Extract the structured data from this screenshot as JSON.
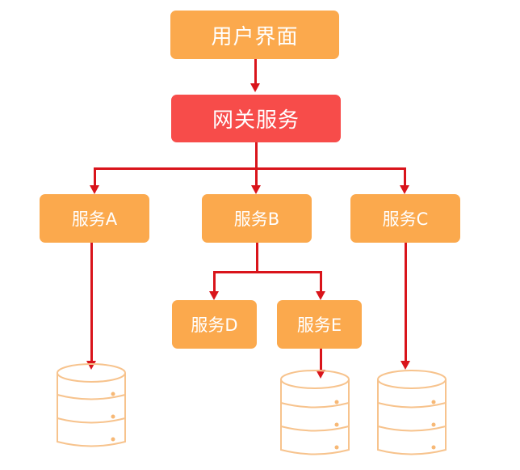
{
  "nodes": {
    "user_interface": "用户界面",
    "gateway": "网关服务",
    "service_a": "服务A",
    "service_b": "服务B",
    "service_c": "服务C",
    "service_d": "服务D",
    "service_e": "服务E"
  },
  "colors": {
    "box_orange": "#fba94d",
    "box_red": "#f74c4a",
    "connector_red": "#d9141b",
    "database_stroke": "#f7c38d",
    "database_dot": "#f7b875"
  },
  "icons": {
    "database": "database-icon"
  }
}
